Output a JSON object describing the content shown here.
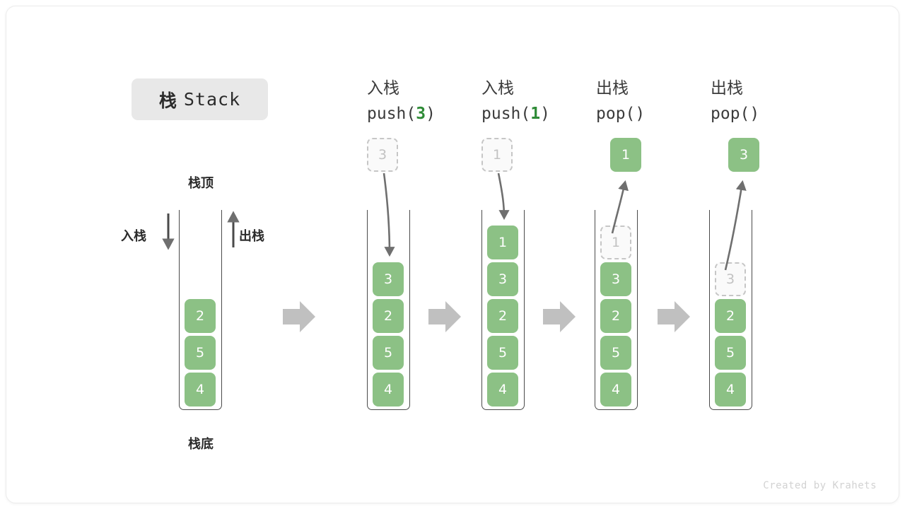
{
  "title": {
    "cn": "栈",
    "en": "Stack"
  },
  "annotations": {
    "top": "栈顶",
    "bottom": "栈底",
    "push": "入栈",
    "pop": "出栈"
  },
  "colors": {
    "element_green": "#8cc185",
    "accent_green": "#2e8b36",
    "ghost_border": "#c6c6c6",
    "ghost_text": "#c2c2c2",
    "arrow_gray": "#6f6f6f",
    "transition_arrow": "#c0c0c0",
    "chip_bg": "#e8e8e8",
    "text": "#2b2b2b"
  },
  "initial_stack": {
    "name": "initial",
    "elements": [
      "2",
      "5",
      "4"
    ]
  },
  "stages": [
    {
      "id": "push-3",
      "op_cn": "入栈",
      "op_code_prefix": "push(",
      "op_code_arg": "3",
      "op_code_suffix": ")",
      "floating": {
        "value": "3",
        "style": "ghost"
      },
      "elements": [
        "3",
        "2",
        "5",
        "4"
      ],
      "ghost_top": null
    },
    {
      "id": "push-1",
      "op_cn": "入栈",
      "op_code_prefix": "push(",
      "op_code_arg": "1",
      "op_code_suffix": ")",
      "floating": {
        "value": "1",
        "style": "ghost"
      },
      "elements": [
        "1",
        "3",
        "2",
        "5",
        "4"
      ],
      "ghost_top": null
    },
    {
      "id": "pop-1",
      "op_cn": "出栈",
      "op_code_prefix": "pop(",
      "op_code_arg": "",
      "op_code_suffix": ")",
      "floating": {
        "value": "1",
        "style": "filled"
      },
      "elements": [
        "3",
        "2",
        "5",
        "4"
      ],
      "ghost_top": "1"
    },
    {
      "id": "pop-2",
      "op_cn": "出栈",
      "op_code_prefix": "pop(",
      "op_code_arg": "",
      "op_code_suffix": ")",
      "floating": {
        "value": "3",
        "style": "filled"
      },
      "elements": [
        "2",
        "5",
        "4"
      ],
      "ghost_top": "3"
    }
  ],
  "credit": "Created by Krahets"
}
